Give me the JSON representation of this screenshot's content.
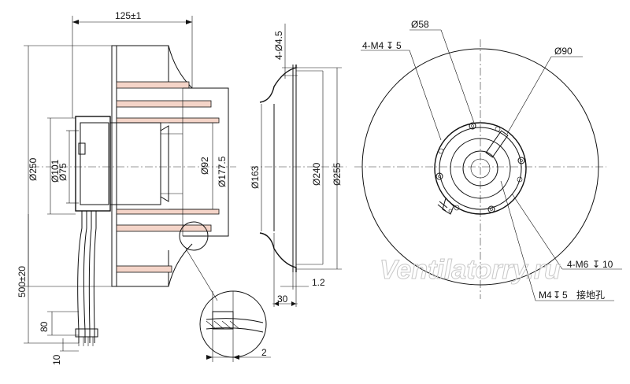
{
  "side_view": {
    "dims": {
      "width_total": "125±1",
      "dia_250": "Ø250",
      "dia_101": "Ø101",
      "dia_75": "Ø75",
      "dia_92": "Ø92",
      "dia_177": "Ø177.5",
      "cable_len": "500±20",
      "lead_80": "80",
      "lead_10": "10",
      "detail_2": "2"
    }
  },
  "section_view": {
    "dims": {
      "thread": "4-Ø4.5",
      "dia_163": "Ø163",
      "dia_240": "Ø240",
      "dia_255": "Ø255",
      "thk_1_2": "1.2",
      "depth_30": "30"
    }
  },
  "front_view": {
    "dims": {
      "dia_58": "Ø58",
      "dia_90": "Ø90",
      "holes_m4": "4-M4",
      "holes_m4_depth": "5",
      "holes_m6": "4-M6",
      "holes_m6_depth": "10",
      "ground_hole": "M4",
      "ground_depth": "5",
      "ground_label": "接地孔"
    }
  },
  "watermark": "Ventilatorry.ru"
}
